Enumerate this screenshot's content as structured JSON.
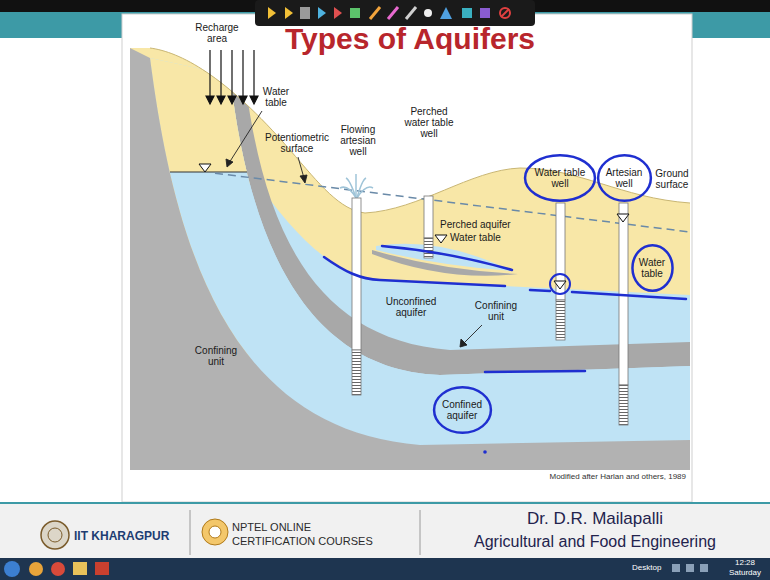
{
  "diagram": {
    "title": "Types of Aquifers",
    "caption": "Modified after Harlan and others, 1989",
    "nodes": [
      {
        "text": [
          "Water table well"
        ]
      },
      {
        "text": [
          "Artesian well"
        ]
      },
      {
        "text": [
          "Water table"
        ]
      },
      {
        "text": [
          "Confined aquifer"
        ]
      }
    ],
    "labels": [
      "Recharge area",
      "Water table",
      "Potentiometric surface",
      "Flowing artesian well",
      "Perched water table well",
      "Ground surface",
      "Perched aquifer",
      "Water table",
      "Unconfined aquifer",
      "Confining unit",
      "Confining unit",
      "IIT KHARAGPUR",
      "NPTEL ONLINE",
      "CERTIFICATION COURSES",
      "Dr. D.R. Mailapalli",
      "Agricultural and Food Engineering",
      "Desktop",
      "12:28",
      "Saturday"
    ]
  }
}
